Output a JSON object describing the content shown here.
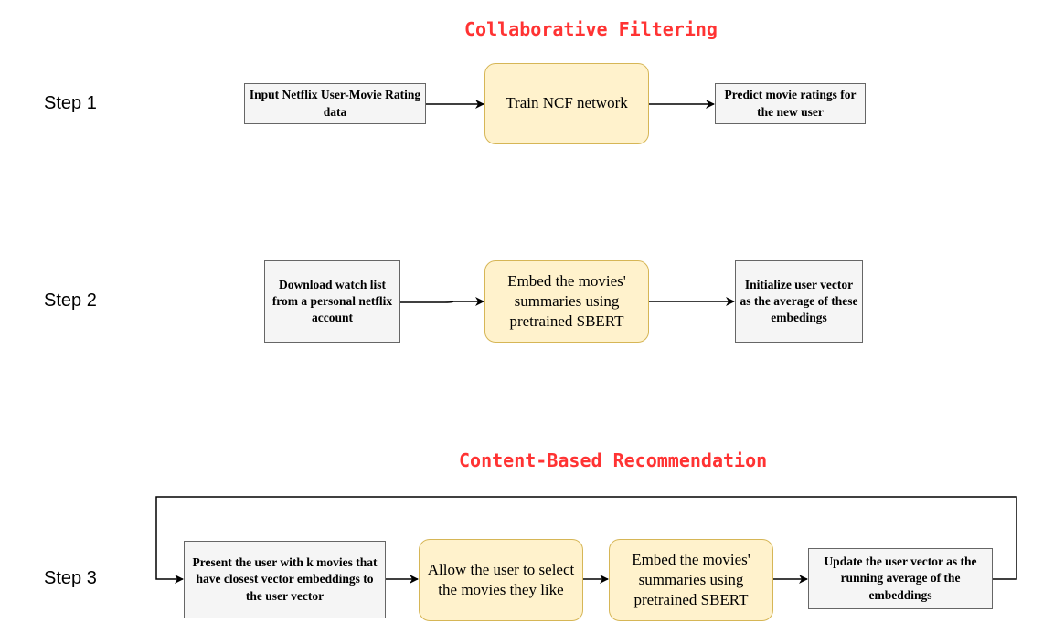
{
  "titles": {
    "collaborative": "Collaborative Filtering",
    "content_based": "Content-Based Recommendation"
  },
  "steps": [
    "Step 1",
    "Step 2",
    "Step 3"
  ],
  "boxes": {
    "input_netflix": "Input Netflix User-Movie Rating data",
    "train_ncf": "Train NCF network",
    "predict_ratings": "Predict movie ratings for the new user",
    "download_watchlist": "Download watch list from a personal netflix account",
    "embed_summaries_2": "Embed the movies' summaries using pretrained SBERT",
    "init_user_vector": "Initialize user vector as the average of these embedings",
    "present_k_movies": "Present the user with k movies that have closest vector embeddings to the user vector",
    "allow_select": "Allow the user to select the movies they like",
    "embed_summaries_3": "Embed the movies' summaries using pretrained SBERT",
    "update_user_vector": "Update the user vector as the running average of the embeddings"
  },
  "colors": {
    "title": "#ff3333",
    "process_fill": "#f5f5f5",
    "process_border": "#666666",
    "model_fill": "#fff2cc",
    "model_border": "#d6b656"
  }
}
